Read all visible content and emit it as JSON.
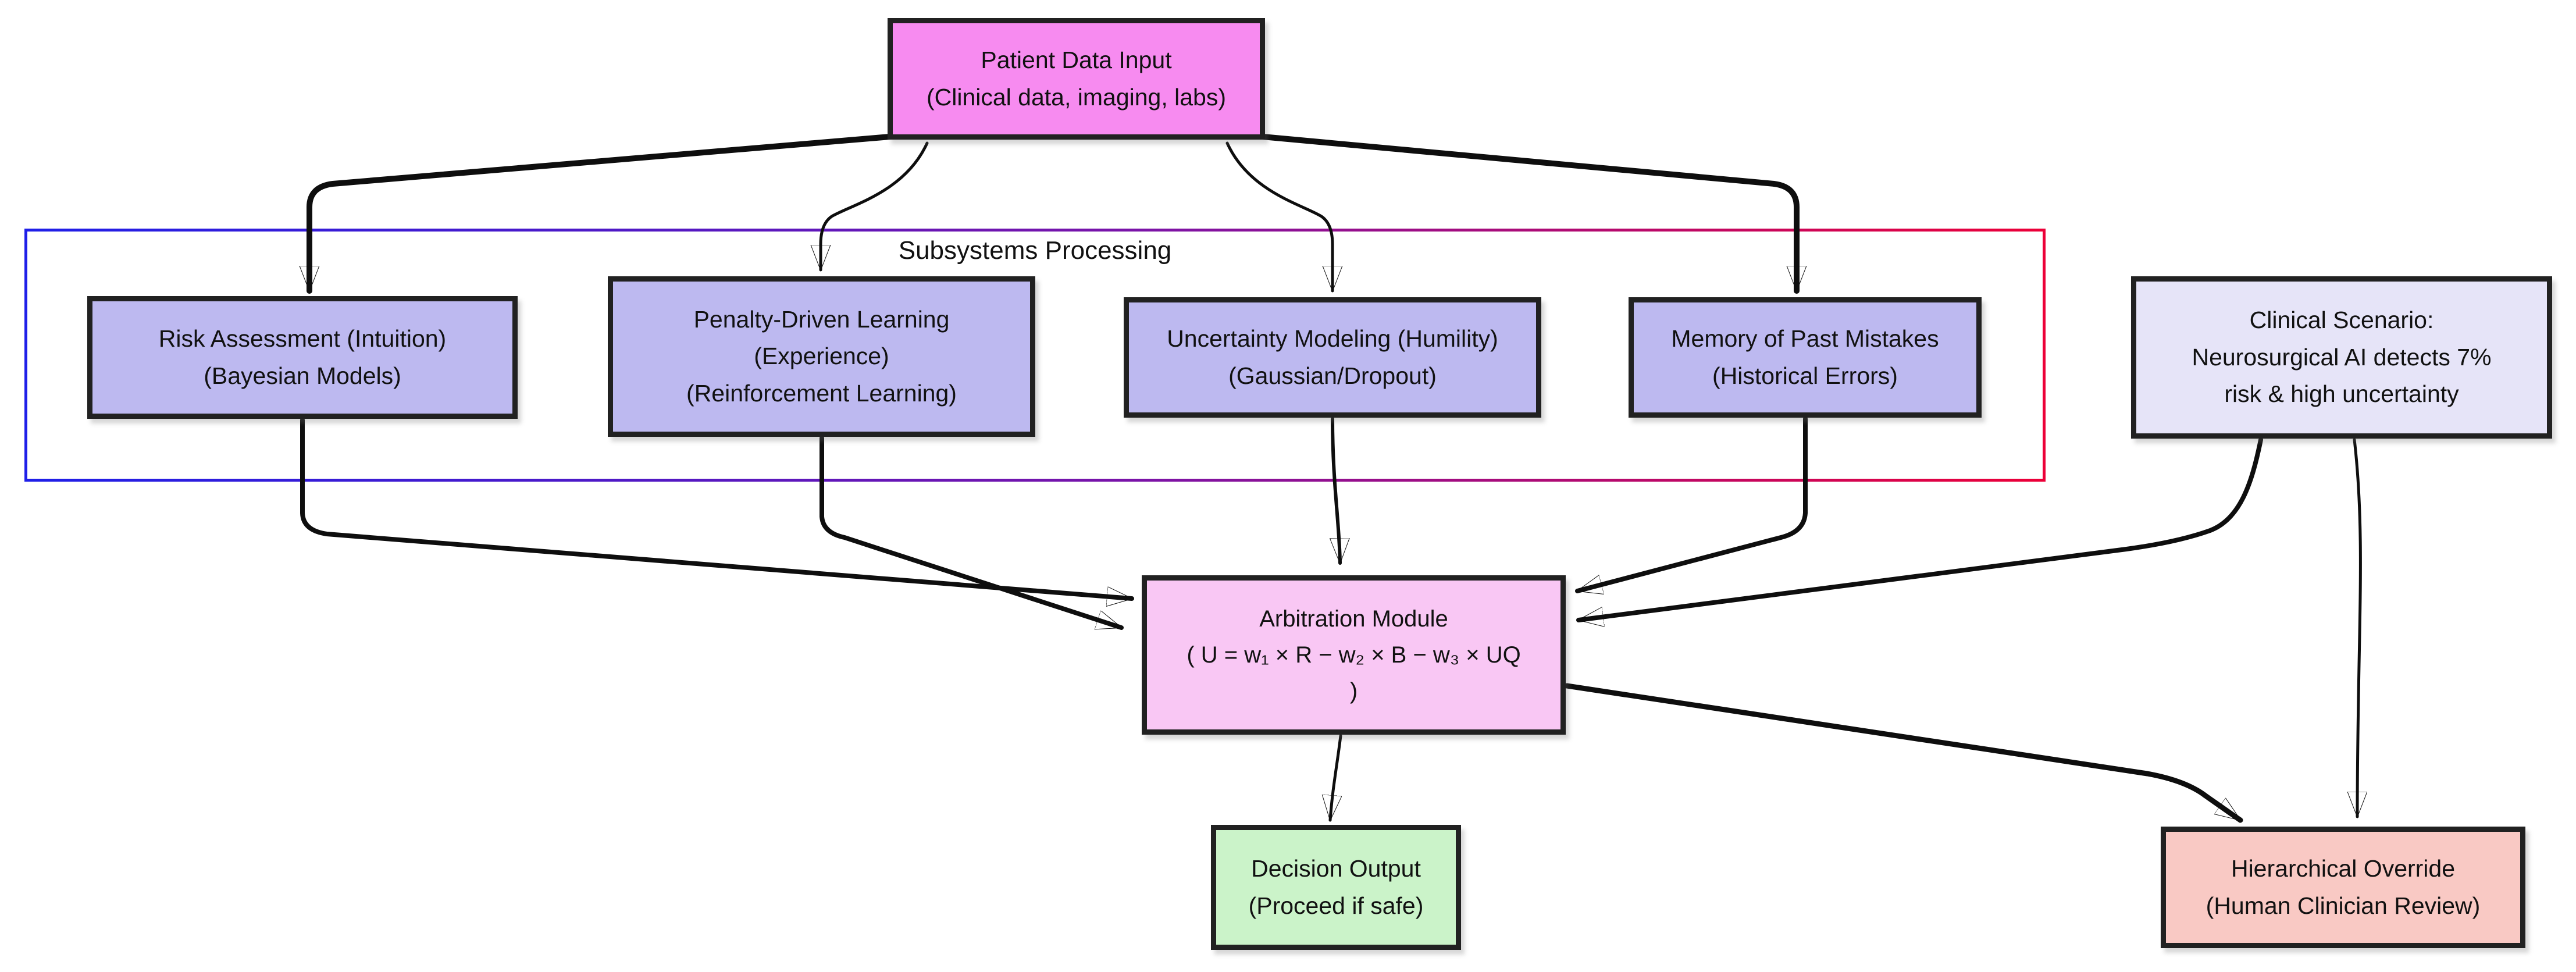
{
  "subsystems_frame": {
    "label": "Subsystems Processing",
    "border_gradient_start": "#1f1fe8",
    "border_gradient_mid": "#7a14a8",
    "border_gradient_end": "#ec0038"
  },
  "nodes": {
    "patient_data_input": {
      "lines": [
        "Patient Data Input",
        "(Clinical data, imaging, labs)"
      ],
      "fill": "#f78bf0"
    },
    "risk_assessment": {
      "lines": [
        "Risk Assessment (Intuition)",
        "(Bayesian Models)"
      ],
      "fill": "#bdb9f0"
    },
    "penalty_driven_learning": {
      "lines": [
        "Penalty-Driven Learning",
        "(Experience)",
        "(Reinforcement Learning)"
      ],
      "fill": "#bdb9f0"
    },
    "uncertainty_modeling": {
      "lines": [
        "Uncertainty Modeling (Humility)",
        "(Gaussian/Dropout)"
      ],
      "fill": "#bdb9f0"
    },
    "memory_of_past_mistakes": {
      "lines": [
        "Memory of Past Mistakes",
        "(Historical Errors)"
      ],
      "fill": "#bdb9f0"
    },
    "clinical_scenario": {
      "lines": [
        "Clinical Scenario:",
        "Neurosurgical AI detects 7%",
        "risk & high uncertainty"
      ],
      "fill": "#e6e4f8"
    },
    "arbitration_module": {
      "lines": [
        "Arbitration Module",
        "( U = w₁ × R − w₂ × B − w₃ × UQ",
        ")"
      ],
      "fill": "#f9c7f4"
    },
    "decision_output": {
      "lines": [
        "Decision Output",
        "(Proceed if safe)"
      ],
      "fill": "#cbf3c9"
    },
    "hierarchical_override": {
      "lines": [
        "Hierarchical Override",
        "(Human Clinician Review)"
      ],
      "fill": "#f9c9c4"
    }
  },
  "edges": [
    {
      "from": "patient_data_input",
      "to": "risk_assessment"
    },
    {
      "from": "patient_data_input",
      "to": "penalty_driven_learning"
    },
    {
      "from": "patient_data_input",
      "to": "uncertainty_modeling"
    },
    {
      "from": "patient_data_input",
      "to": "memory_of_past_mistakes"
    },
    {
      "from": "risk_assessment",
      "to": "arbitration_module"
    },
    {
      "from": "penalty_driven_learning",
      "to": "arbitration_module"
    },
    {
      "from": "uncertainty_modeling",
      "to": "arbitration_module"
    },
    {
      "from": "memory_of_past_mistakes",
      "to": "arbitration_module"
    },
    {
      "from": "clinical_scenario",
      "to": "arbitration_module"
    },
    {
      "from": "arbitration_module",
      "to": "decision_output"
    },
    {
      "from": "arbitration_module",
      "to": "hierarchical_override"
    },
    {
      "from": "clinical_scenario",
      "to": "hierarchical_override"
    }
  ],
  "edge_color": "#0e0e0e",
  "node_border_color": "#212121"
}
